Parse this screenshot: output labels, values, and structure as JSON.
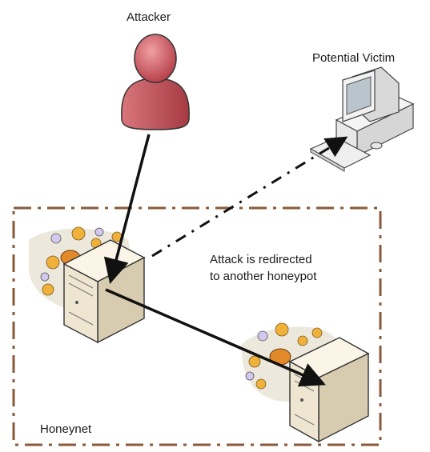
{
  "diagram": {
    "attacker_label": "Attacker",
    "victim_label": "Potential Victim",
    "redirect_note": {
      "line1": "Attack is redirected",
      "line2": "to another honeypot"
    },
    "honeynet_label": "Honeynet"
  },
  "colors": {
    "attacker_body": "#c8545c",
    "boundary": "#8a5a3a",
    "server_body": "#efe6d2",
    "arrow": "#111111",
    "flower": "#e8a632"
  },
  "icons": {
    "attacker": "person-icon",
    "victim": "desktop-computer-icon",
    "honeypot": "server-tower-icon",
    "decoy": "flower-cluster-icon"
  }
}
